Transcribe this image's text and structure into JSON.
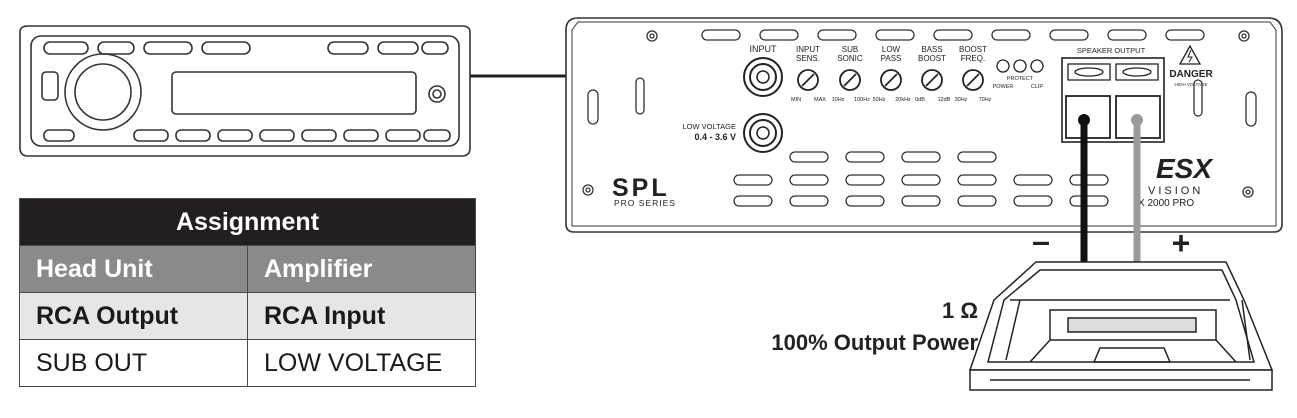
{
  "head_unit": {
    "name": "head-unit"
  },
  "amplifier": {
    "labels": {
      "input": "INPUT",
      "input_sens": [
        "INPUT",
        "SENS."
      ],
      "sub_sonic": [
        "SUB",
        "SONIC"
      ],
      "low_pass": [
        "LOW",
        "PASS"
      ],
      "bass_boost": [
        "BASS",
        "BOOST"
      ],
      "boost_freq": [
        "BOOST",
        "FREQ."
      ],
      "speaker_output": "SPEAKER OUTPUT",
      "danger": "DANGER",
      "high_voltage": "HIGH VOLTAGE",
      "power": "POWER",
      "protect": "PROTECT",
      "clip": "CLIP",
      "low_voltage": "LOW VOLTAGE",
      "low_voltage_range": "0.4 - 3.6 V",
      "spl": "SPL",
      "pro_series": "PRO SERIES",
      "esx": "ESX",
      "vision": "VISION",
      "model": "X 2000 PRO"
    },
    "scales": {
      "sens_min": "MIN",
      "sens_max": "MAX",
      "sub_min": "10Hz",
      "sub_max": "100Hz",
      "lp_min": "50Hz",
      "lp_max": "20kHz",
      "bb_min": "0dB",
      "bb_max": "12dB",
      "bf_min": "30Hz",
      "bf_max": "70Hz"
    }
  },
  "speaker": {
    "minus": "–",
    "plus": "+",
    "impedance": "1 Ω",
    "power_note": "100% Output Power"
  },
  "table": {
    "title": "Assignment",
    "headers": [
      "Head Unit",
      "Amplifier"
    ],
    "subheaders": [
      "RCA Output",
      "RCA Input"
    ],
    "rows": [
      [
        "SUB OUT",
        "LOW VOLTAGE"
      ]
    ]
  },
  "colors": {
    "wire_negative": "#111111",
    "wire_positive": "#9a9a9a",
    "table_title_bg": "#231f20",
    "table_header_bg": "#8a8a8a"
  }
}
